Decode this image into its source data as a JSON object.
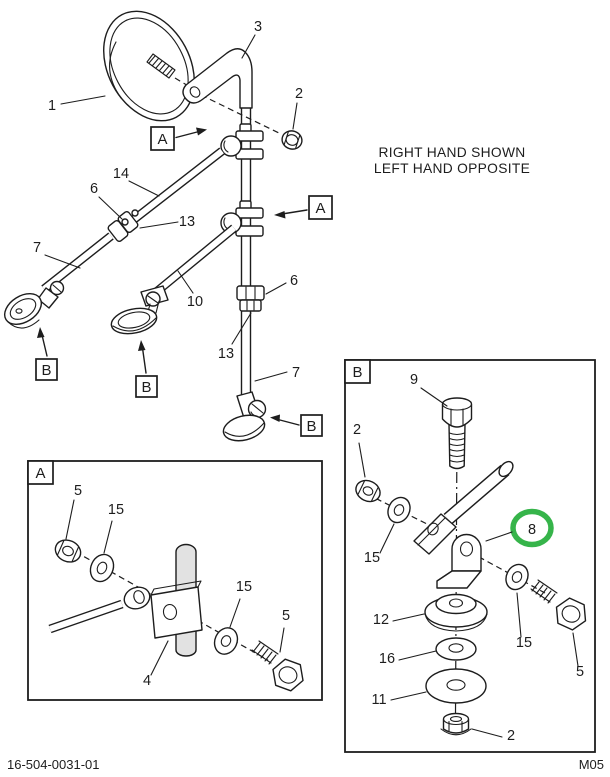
{
  "page": {
    "part_number": "16-504-0031-01",
    "page_code": "M05",
    "note_line1": "RIGHT HAND SHOWN",
    "note_line2": "LEFT HAND OPPOSITE"
  },
  "colors": {
    "ink": "#1d1d1d",
    "paper": "#ffffff",
    "highlight": "#36b44a"
  },
  "main_view": {
    "callouts": {
      "mirror_head": "1",
      "loop_arm": "3",
      "nut_upper": "2",
      "upper_arm": "14",
      "arm_clamp": "6",
      "arm_clamp_screw": "13",
      "left_arm_tube": "7",
      "brace_arm": "10",
      "tube_union": "6",
      "tube_union_screw": "13",
      "lower_tube": "7"
    },
    "markers": {
      "a_upper": "A",
      "a_lower": "A",
      "b_left_foot": "B",
      "b_middle_foot": "B",
      "b_tube_foot": "B"
    }
  },
  "detail_a": {
    "tag": "A",
    "callouts": {
      "nut": "5",
      "washer_left": "15",
      "clamp_plate": "4",
      "washer_right": "15",
      "bolt": "5"
    }
  },
  "detail_b": {
    "tag": "B",
    "highlighted_item": "8",
    "callouts": {
      "bolt_top": "9",
      "nut_upper": "2",
      "washer_upper": "15",
      "bracket": "8",
      "pad": "12",
      "washer_small": "16",
      "washer_large": "11",
      "nut_lower": "2",
      "washer_right": "15",
      "bolt_right": "5"
    }
  }
}
